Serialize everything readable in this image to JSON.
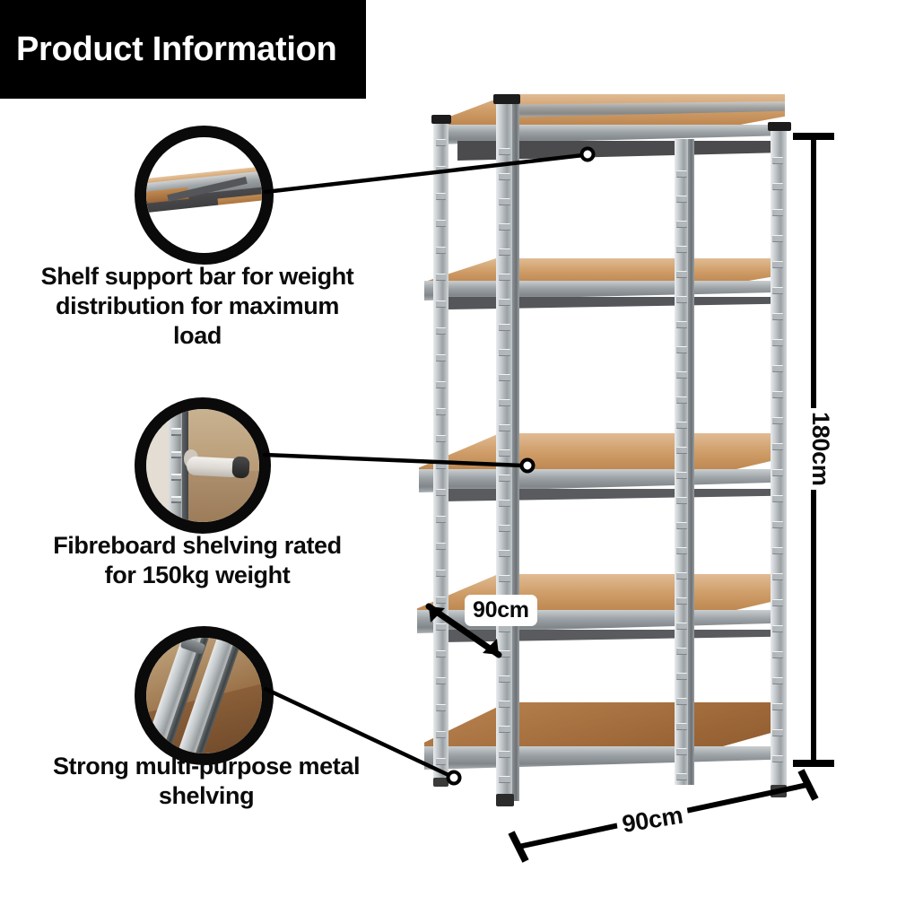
{
  "header": {
    "title": "Product Information",
    "background_color": "#000000",
    "text_color": "#ffffff"
  },
  "callouts": [
    {
      "id": "shelf-support-bar",
      "image_description": "close-up of galvanized shelf support bar under fibreboard shelf",
      "caption_lines": [
        "Shelf support bar for weight",
        "distribution for maximum",
        "load"
      ],
      "caption": "Shelf support bar for weight distribution for maximum load"
    },
    {
      "id": "fibreboard-shelving",
      "image_description": "arm pressing down on fibreboard shelf next to upright post",
      "caption_lines": [
        "Fibreboard shelving rated",
        "for 150kg weight"
      ],
      "caption": "Fibreboard shelving rated for 150kg weight"
    },
    {
      "id": "metal-shelving",
      "image_description": "close-up of slotted galvanized steel upright posts",
      "caption_lines": [
        "Strong multi-purpose metal",
        "shelving"
      ],
      "caption": "Strong multi-purpose metal shelving"
    }
  ],
  "dimensions": {
    "height": "180cm",
    "depth": "90cm",
    "width": "90cm"
  },
  "product": {
    "name": "5 tier galvanized steel boltless shelving unit",
    "shelf_count": 5,
    "shelf_color": "#cf9d68",
    "frame_color": "#9aa0a3",
    "accent_color": "#000000"
  }
}
